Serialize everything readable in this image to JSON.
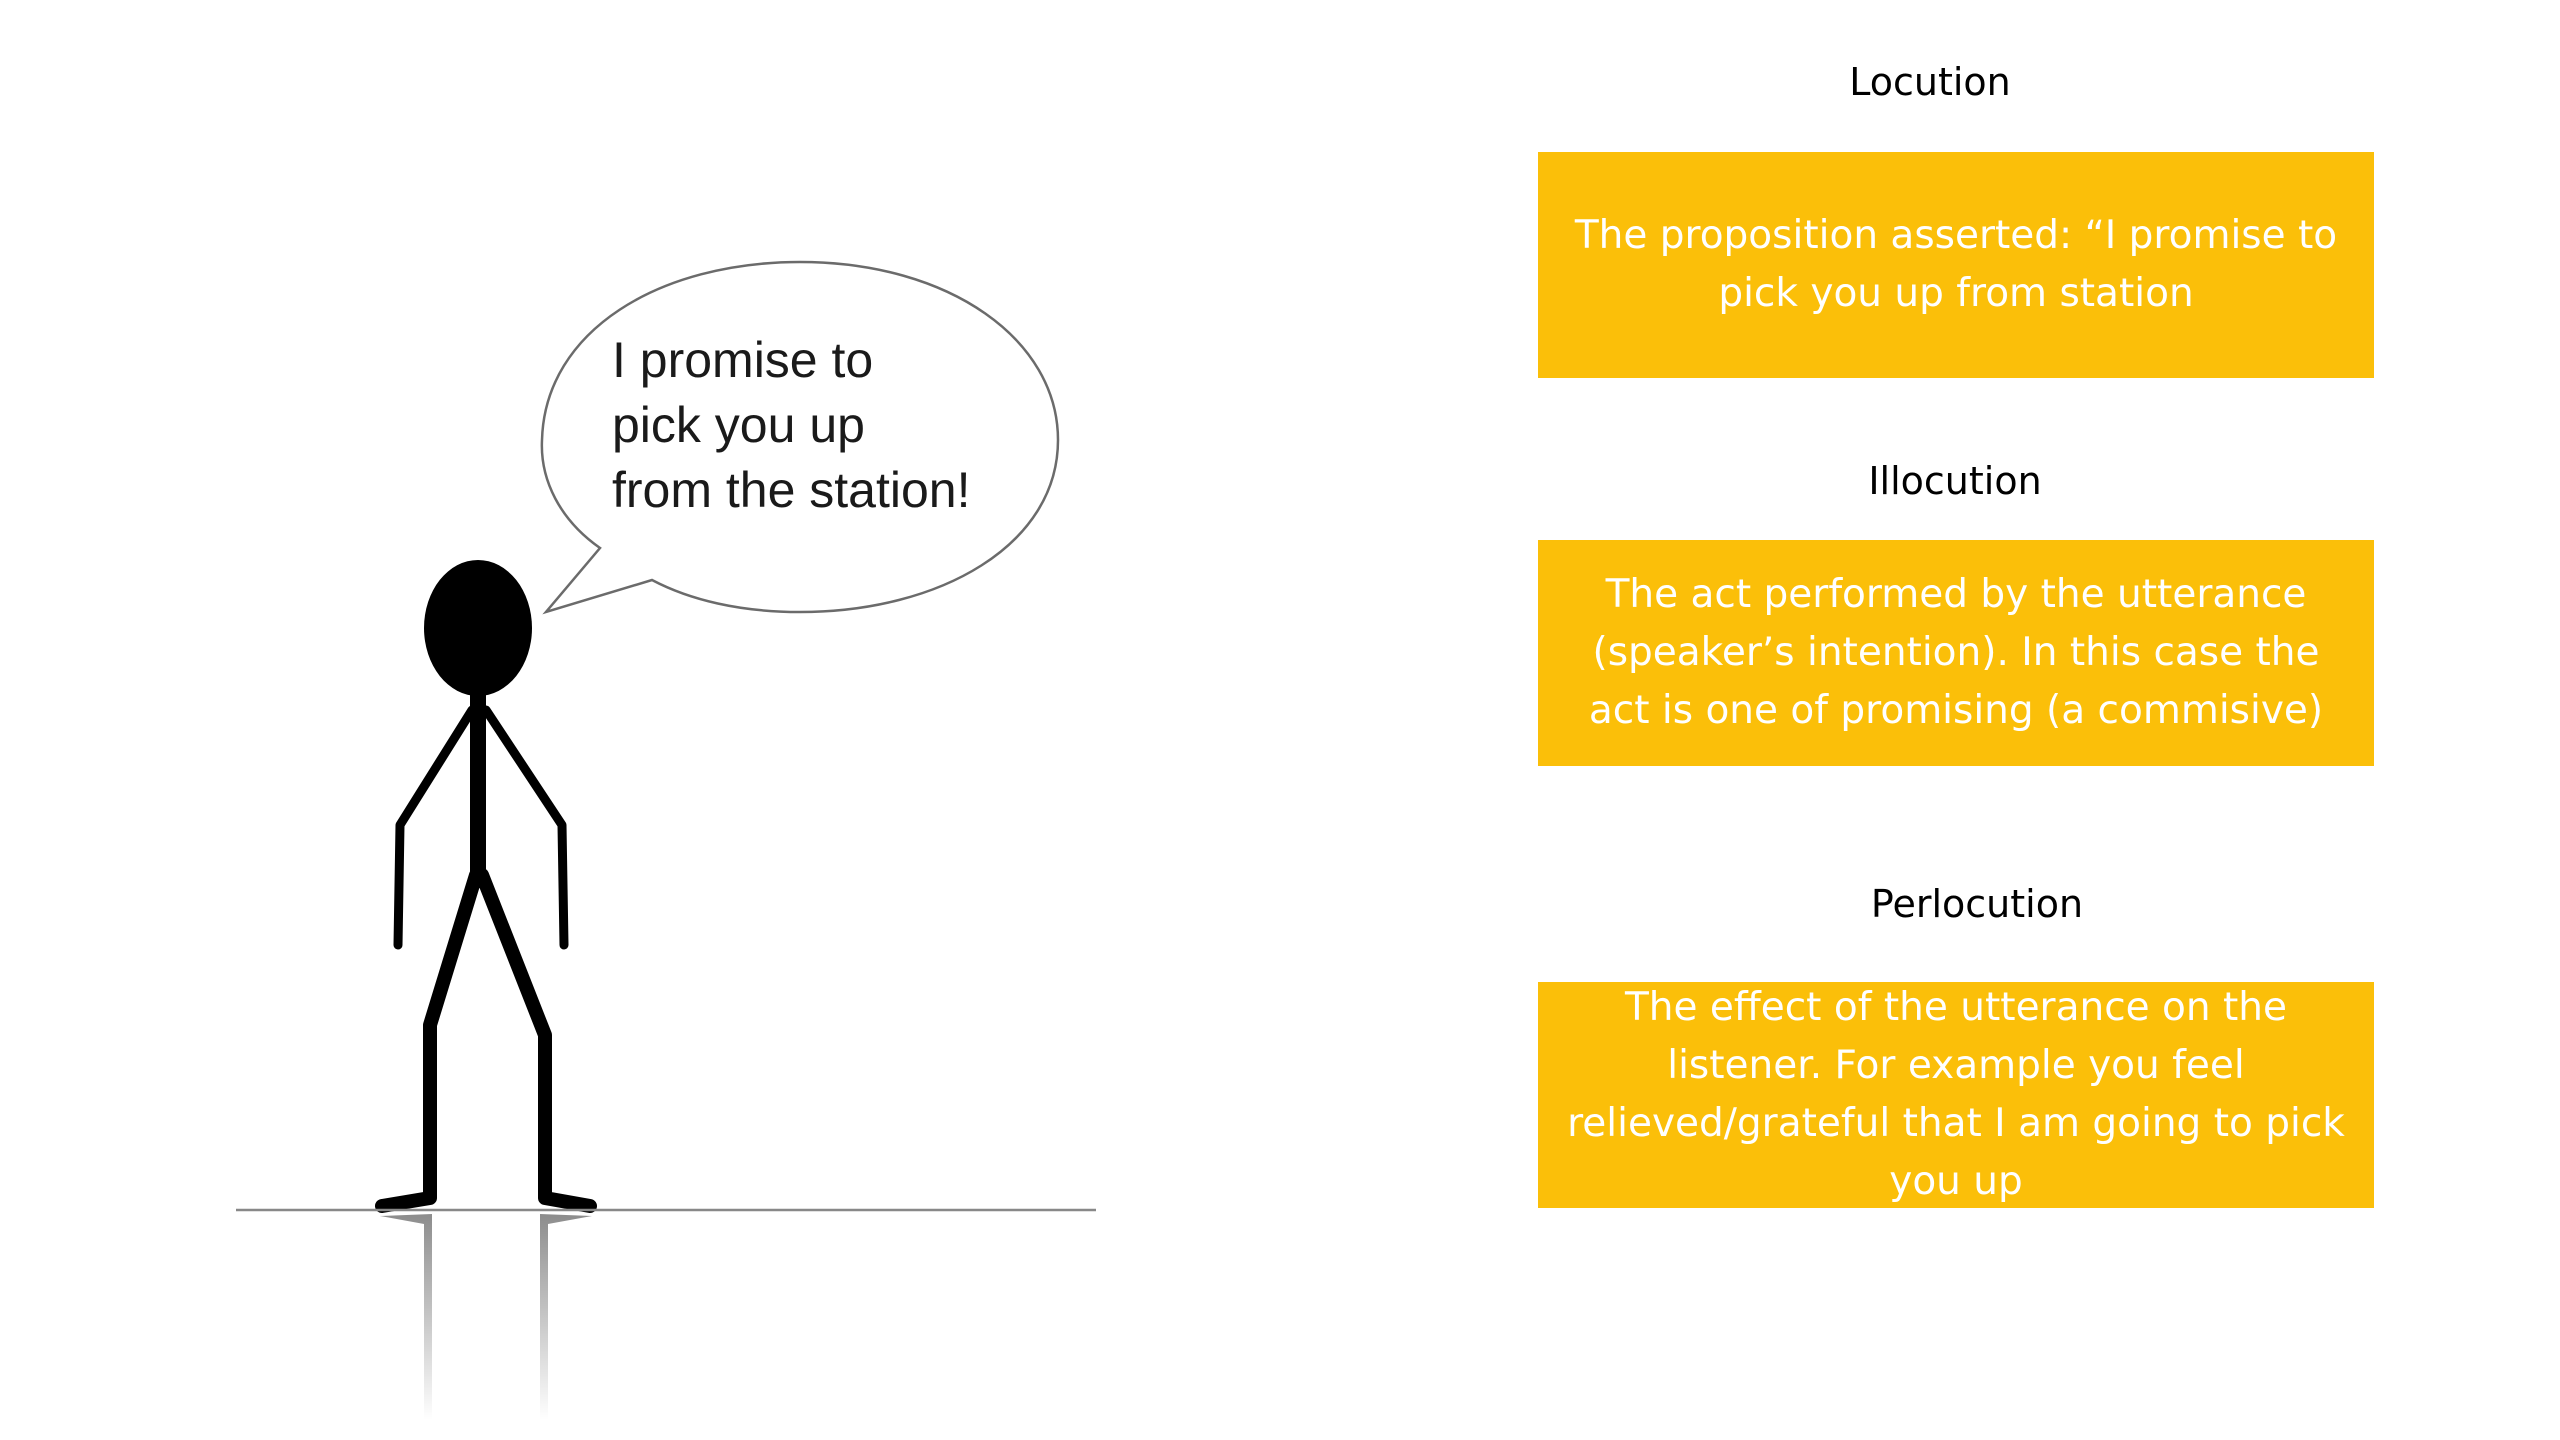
{
  "speech_bubble": {
    "text": "I promise to\npick you up\nfrom the station!"
  },
  "sections": [
    {
      "heading": "Locution",
      "box_text": "The proposition asserted: “I promise to pick you up from station"
    },
    {
      "heading": "Illocution",
      "box_text": "The act performed by the utterance (speaker’s intention). In this case the act is one of promising (a commisive)"
    },
    {
      "heading": "Perlocution",
      "box_text": "The effect of the utterance on the listener. For example you feel relieved/grateful that I am going to pick you up"
    }
  ],
  "colors": {
    "box_fill": "#FBBF09",
    "box_text": "#FFFFFF",
    "figure": "#000000",
    "ground_line": "#888888"
  }
}
